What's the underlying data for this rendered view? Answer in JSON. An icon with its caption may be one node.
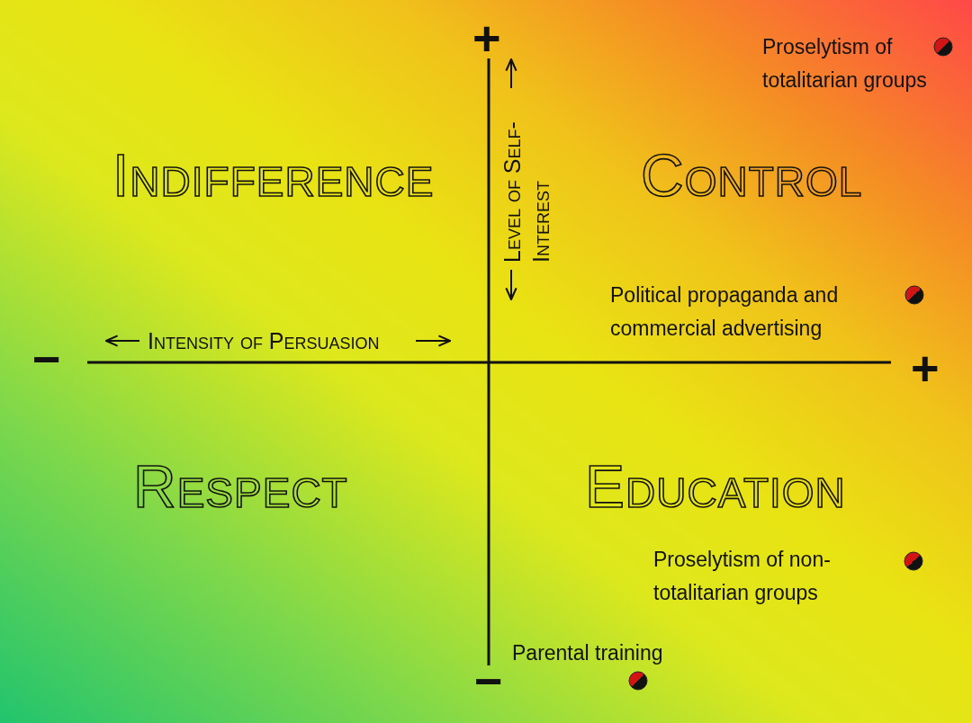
{
  "diagram": {
    "labels": [
      "+",
      "Proselytism of totalitarian groups",
      "Indifference",
      "Level of Self-Interest",
      "Control",
      "Political propaganda and commercial advertising",
      "Intensity of Persuasion",
      "−",
      "+",
      "Respect",
      "Education",
      "Proselytism of non-totalitarian groups",
      "Parental training",
      "−"
    ]
  }
}
